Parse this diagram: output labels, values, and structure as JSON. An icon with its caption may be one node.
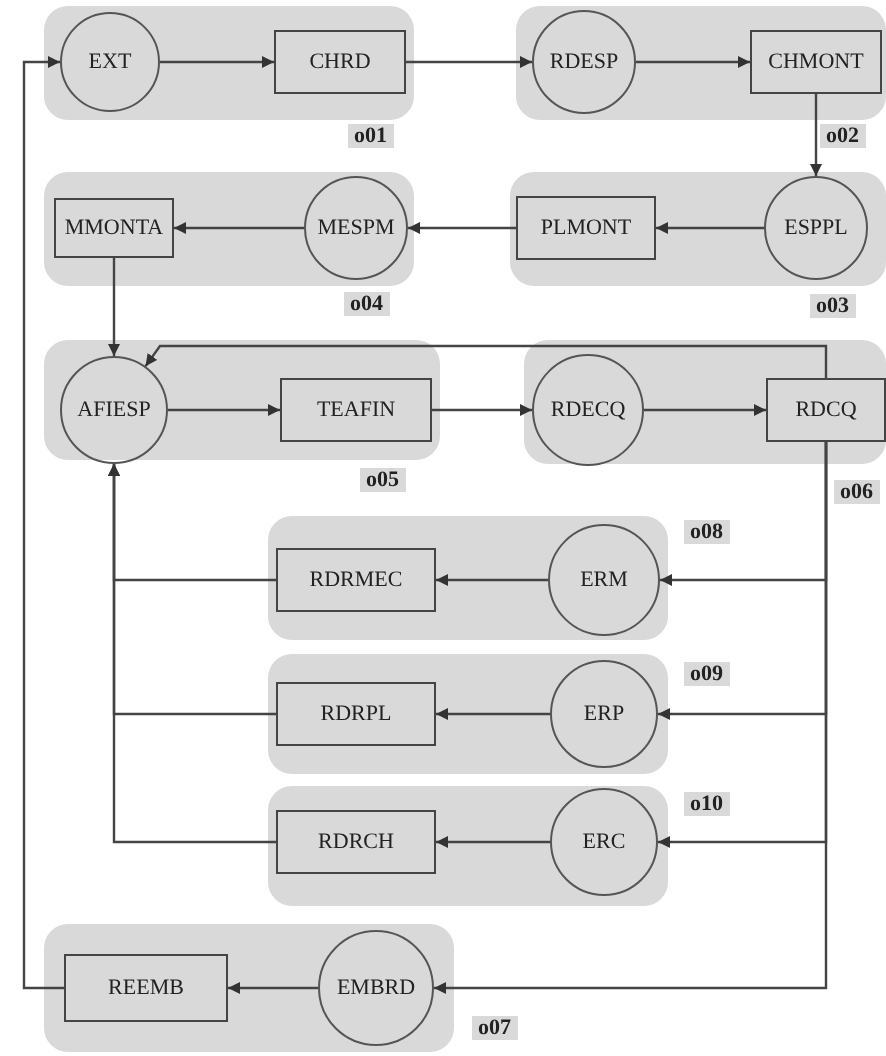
{
  "diagram": {
    "nodes": [
      {
        "text": [
          "o01"
        ]
      },
      {
        "text": [
          "EXT"
        ],
        "in": 0
      },
      {
        "text": [
          "CHRD"
        ],
        "in": 0
      },
      {
        "text": [
          "o02"
        ]
      },
      {
        "text": [
          "RDESP"
        ],
        "in": 3
      },
      {
        "text": [
          "CHMONT"
        ],
        "in": 3
      },
      {
        "text": [
          "o04"
        ]
      },
      {
        "text": [
          "MMONTA"
        ],
        "in": 6
      },
      {
        "text": [
          "MESPM"
        ],
        "in": 6
      },
      {
        "text": [
          "o03"
        ]
      },
      {
        "text": [
          "PLMONT"
        ],
        "in": 9
      },
      {
        "text": [
          "ESPPL"
        ],
        "in": 9
      },
      {
        "text": [
          "o05"
        ]
      },
      {
        "text": [
          "AFIESP"
        ],
        "in": 12
      },
      {
        "text": [
          "TEAFIN"
        ],
        "in": 12
      },
      {
        "text": [
          "o06"
        ]
      },
      {
        "text": [
          "RDECQ"
        ],
        "in": 15
      },
      {
        "text": [
          "RDCQ"
        ],
        "in": 15
      },
      {
        "text": [
          "o08"
        ]
      },
      {
        "text": [
          "RDRMEC"
        ],
        "in": 18
      },
      {
        "text": [
          "ERM"
        ],
        "in": 18
      },
      {
        "text": [
          "o09"
        ]
      },
      {
        "text": [
          "RDRPL"
        ],
        "in": 21
      },
      {
        "text": [
          "ERP"
        ],
        "in": 21
      },
      {
        "text": [
          "o10"
        ]
      },
      {
        "text": [
          "RDRCH"
        ],
        "in": 24
      },
      {
        "text": [
          "ERC"
        ],
        "in": 24
      },
      {
        "text": [
          "o07"
        ]
      },
      {
        "text": [
          "REEMB"
        ],
        "in": 27
      },
      {
        "text": [
          "EMBRD"
        ],
        "in": 27
      }
    ],
    "edges": [
      {
        "from": 1,
        "to": 2,
        "arrow": "to"
      },
      {
        "from": 2,
        "to": 4,
        "arrow": "to"
      },
      {
        "from": 4,
        "to": 5,
        "arrow": "to"
      },
      {
        "from": 5,
        "to": 11,
        "arrow": "to"
      },
      {
        "from": 11,
        "to": 10,
        "arrow": "to"
      },
      {
        "from": 10,
        "to": 8,
        "arrow": "to"
      },
      {
        "from": 8,
        "to": 7,
        "arrow": "to"
      },
      {
        "from": 7,
        "to": 13,
        "arrow": "to"
      },
      {
        "from": 13,
        "to": 14,
        "arrow": "to"
      },
      {
        "from": 14,
        "to": 16,
        "arrow": "to"
      },
      {
        "from": 16,
        "to": 17,
        "arrow": "to"
      },
      {
        "from": 17,
        "to": 13,
        "arrow": "to"
      },
      {
        "from": 17,
        "to": 20,
        "arrow": "to"
      },
      {
        "from": 17,
        "to": 23,
        "arrow": "to"
      },
      {
        "from": 17,
        "to": 26,
        "arrow": "to"
      },
      {
        "from": 17,
        "to": 29,
        "arrow": "to"
      },
      {
        "from": 20,
        "to": 19,
        "arrow": "to"
      },
      {
        "from": 23,
        "to": 22,
        "arrow": "to"
      },
      {
        "from": 26,
        "to": 25,
        "arrow": "to"
      },
      {
        "from": 19,
        "to": 13,
        "arrow": "to"
      },
      {
        "from": 22,
        "to": 13,
        "arrow": "to"
      },
      {
        "from": 25,
        "to": 13,
        "arrow": "to"
      },
      {
        "from": 29,
        "to": 28,
        "arrow": "to"
      },
      {
        "from": 28,
        "to": 1,
        "arrow": "to"
      }
    ]
  }
}
